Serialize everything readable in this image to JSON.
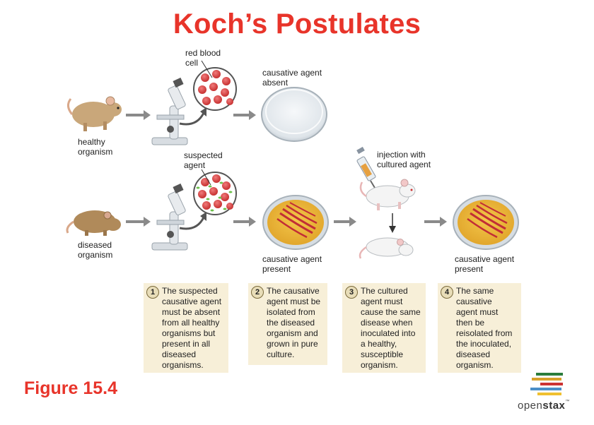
{
  "title": "Koch’s Postulates",
  "labels": {
    "red_blood_cell": "red blood\ncell",
    "causative_absent": "causative agent\nabsent",
    "healthy_organism": "healthy\norganism",
    "suspected_agent": "suspected\nagent",
    "injection": "injection with\ncultured agent",
    "diseased_organism": "diseased\norganism",
    "causative_present_1": "causative agent\npresent",
    "causative_present_2": "causative agent\npresent"
  },
  "steps": [
    {
      "number": "1",
      "text": "The suspected\ncausative agent\nmust be absent\nfrom all healthy\norganisms but\npresent in all\ndiseased\norganisms."
    },
    {
      "number": "2",
      "text": "The causative\nagent must be\nisolated from\nthe diseased\norganism and\ngrown in pure\nculture."
    },
    {
      "number": "3",
      "text": "The cultured\nagent must\ncause the same\ndisease when\ninoculated into\na healthy,\nsusceptible\norganism."
    },
    {
      "number": "4",
      "text": "The same\ncausative\nagent must\nthen be\nreisolated from\nthe inoculated,\ndiseased\norganism."
    }
  ],
  "figure_label": "Figure 15.4",
  "brand": {
    "prefix": "open",
    "suffix": "stax",
    "tm": "™"
  },
  "colors": {
    "title": "#e8342a",
    "step_bg": "#f7efd8",
    "arrow": "#8a8a8a"
  }
}
